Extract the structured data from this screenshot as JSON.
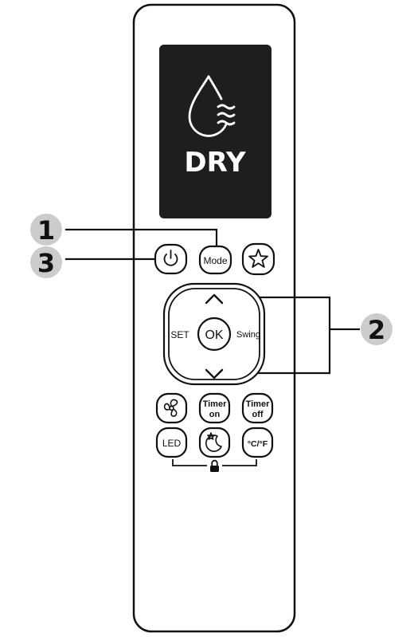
{
  "display": {
    "mode_text": "DRY",
    "mode_icon": "water-drop-wave-icon",
    "background": "#1e1e1e"
  },
  "buttons": {
    "power": {
      "icon": "power-icon"
    },
    "mode": {
      "label": "Mode"
    },
    "favorite": {
      "icon": "star-icon"
    },
    "up": {
      "icon": "chevron-up-icon"
    },
    "down": {
      "icon": "chevron-down-icon"
    },
    "set": {
      "label": "SET"
    },
    "ok": {
      "label": "OK"
    },
    "swing": {
      "label": "Swing"
    },
    "fan": {
      "icon": "fan-icon"
    },
    "timer_on": {
      "line1": "Timer",
      "line2": "on"
    },
    "timer_off": {
      "line1": "Timer",
      "line2": "off"
    },
    "led": {
      "label": "LED"
    },
    "sleep": {
      "icon": "moon-star-icon"
    },
    "temp_unit": {
      "label": "°C/°F"
    },
    "child_lock": {
      "icon": "lock-icon"
    }
  },
  "callouts": [
    {
      "number": "1",
      "target": "mode-button"
    },
    {
      "number": "2",
      "target": "navigation-pad"
    },
    {
      "number": "3",
      "target": "power-button"
    }
  ],
  "colors": {
    "callout_fill": "#cccccc",
    "outline": "#111111"
  }
}
